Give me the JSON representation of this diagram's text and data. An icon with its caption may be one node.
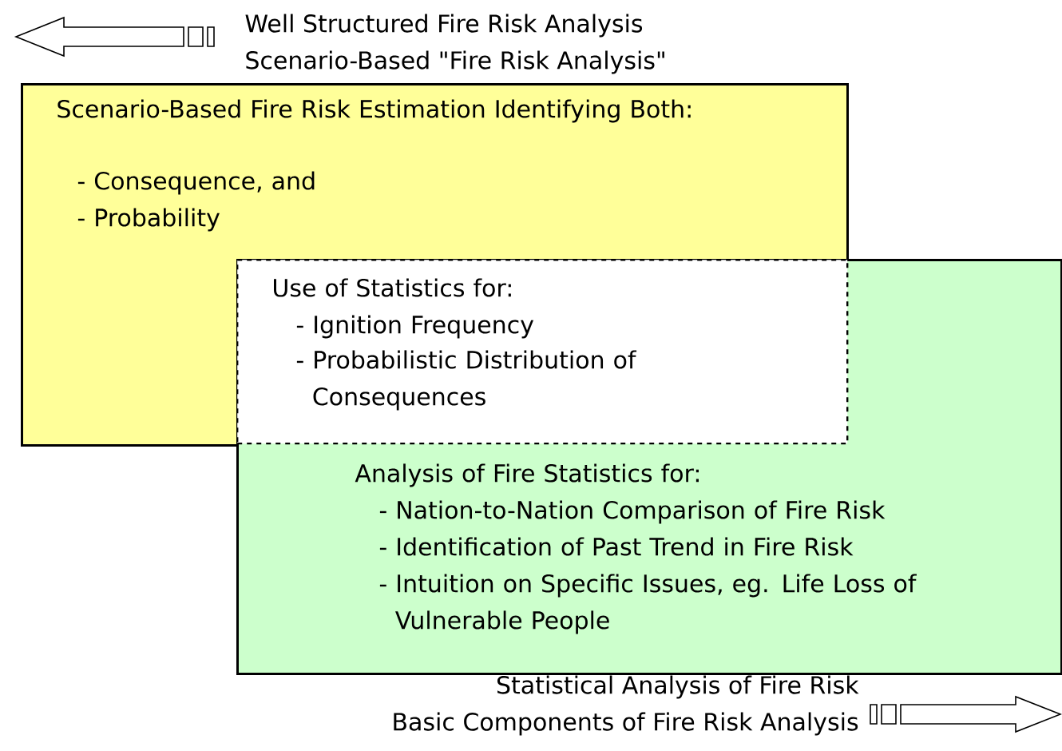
{
  "diagram": {
    "nodes": [
      {
        "text": [
          "Scenario-Based Fire Risk Estimation Identifying Both:",
          "- Consequence, and",
          "- Probability"
        ]
      },
      {
        "text": [
          "Analysis of Fire Statistics for:",
          "- Nation-to-Nation Comparison of Fire Risk",
          "- Identification of Past Trend in Fire Risk",
          "- Intuition on Specific Issues, eg. Life Loss of Vulnerable People"
        ]
      },
      {
        "text": [
          "Use of Statistics for:",
          "- Ignition Frequency",
          "- Probabilistic Distribution of Consequences"
        ]
      }
    ],
    "labels": [
      "Well Structured Fire Risk Analysis",
      "Scenario-Based \"Fire Risk Analysis\"",
      "Statistical Analysis of Fire Risk",
      "Basic Components of Fire Risk Analysis"
    ]
  }
}
